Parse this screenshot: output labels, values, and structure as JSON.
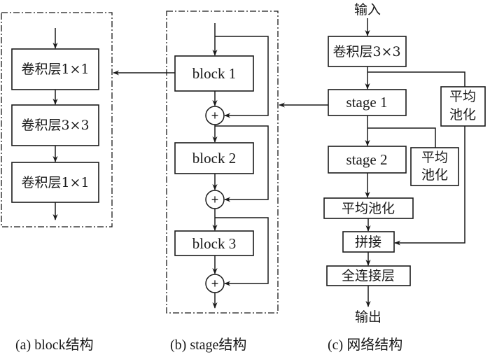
{
  "panel_a": {
    "caption": "(a) block结构",
    "layers": [
      "卷积层1×1",
      "卷积层3×3",
      "卷积层1×1"
    ]
  },
  "panel_b": {
    "caption": "(b) stage结构",
    "blocks": [
      "block 1",
      "block 2",
      "block 3"
    ],
    "add_symbol": "+"
  },
  "panel_c": {
    "caption": "(c) 网络结构",
    "input": "输入",
    "conv": "卷积层3×3",
    "stage1": "stage 1",
    "stage2": "stage 2",
    "pool_branch1_line1": "平均",
    "pool_branch1_line2": "池化",
    "pool_branch2_line1": "平均",
    "pool_branch2_line2": "池化",
    "pool_main": "平均池化",
    "concat": "拼接",
    "fc": "全连接层",
    "output": "输出"
  }
}
